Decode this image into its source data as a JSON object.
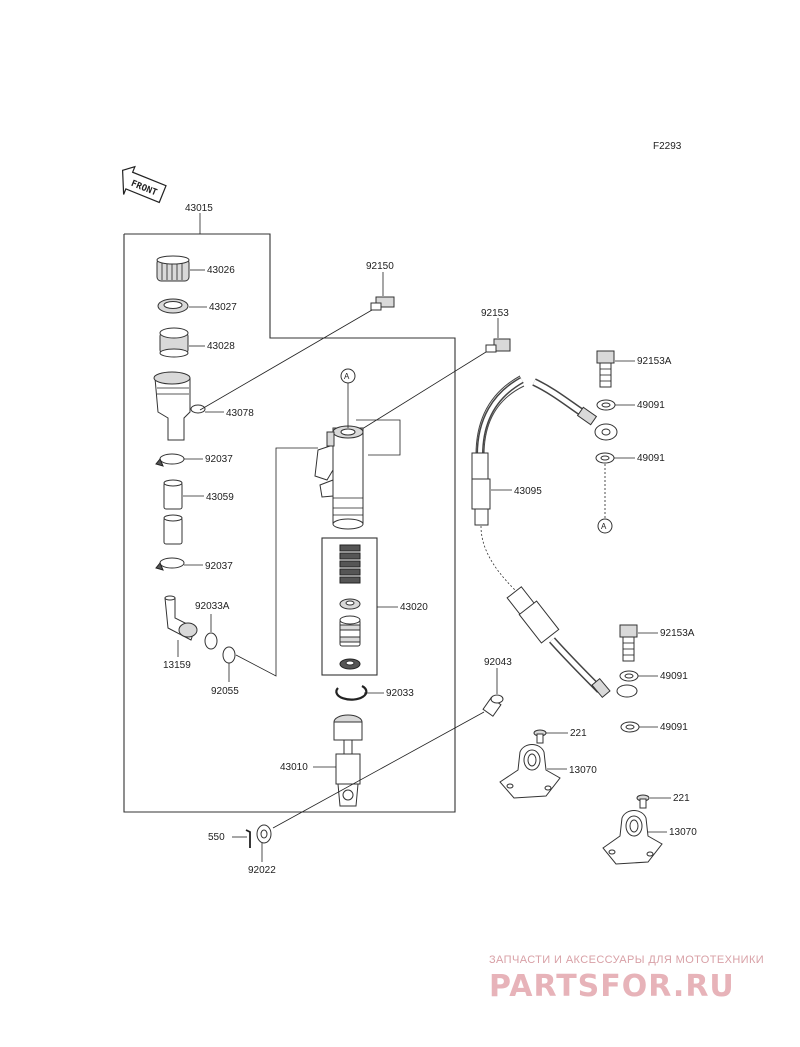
{
  "diagram_code": "F2293",
  "front_label": "FRONT",
  "callouts": {
    "master_cylinder_assy": "43015",
    "cap": "43026",
    "plate": "43027",
    "diaphragm": "43028",
    "reservoir": "43078",
    "clamp_upper": "92037",
    "hose": "43059",
    "clamp_lower": "92037",
    "snap_ring_a": "92033A",
    "hose_fitting": "13159",
    "o_ring": "92055",
    "bolt_top": "92150",
    "bolt_mid": "92153",
    "banjo_bolt_top": "92153A",
    "washer_1": "49091",
    "washer_2": "49091",
    "brake_hose": "43095",
    "piston_kit": "43020",
    "snap_ring": "92033",
    "pin": "92043",
    "push_rod": "43010",
    "cotter_pin": "550",
    "washer_pin": "92022",
    "screw_1": "221",
    "clamp_1": "13070",
    "screw_2": "221",
    "clamp_2": "13070",
    "banjo_bolt_bottom": "92153A",
    "washer_3": "49091",
    "washer_4": "49091"
  },
  "connector_marks": {
    "top": "A",
    "bottom": "A"
  },
  "watermark": {
    "tagline": "ЗАПЧАСТИ И АКСЕССУАРЫ ДЛЯ МОТОТЕХНИКИ",
    "brand": "PARTSFOR.RU",
    "color": "#e7b3b9"
  }
}
